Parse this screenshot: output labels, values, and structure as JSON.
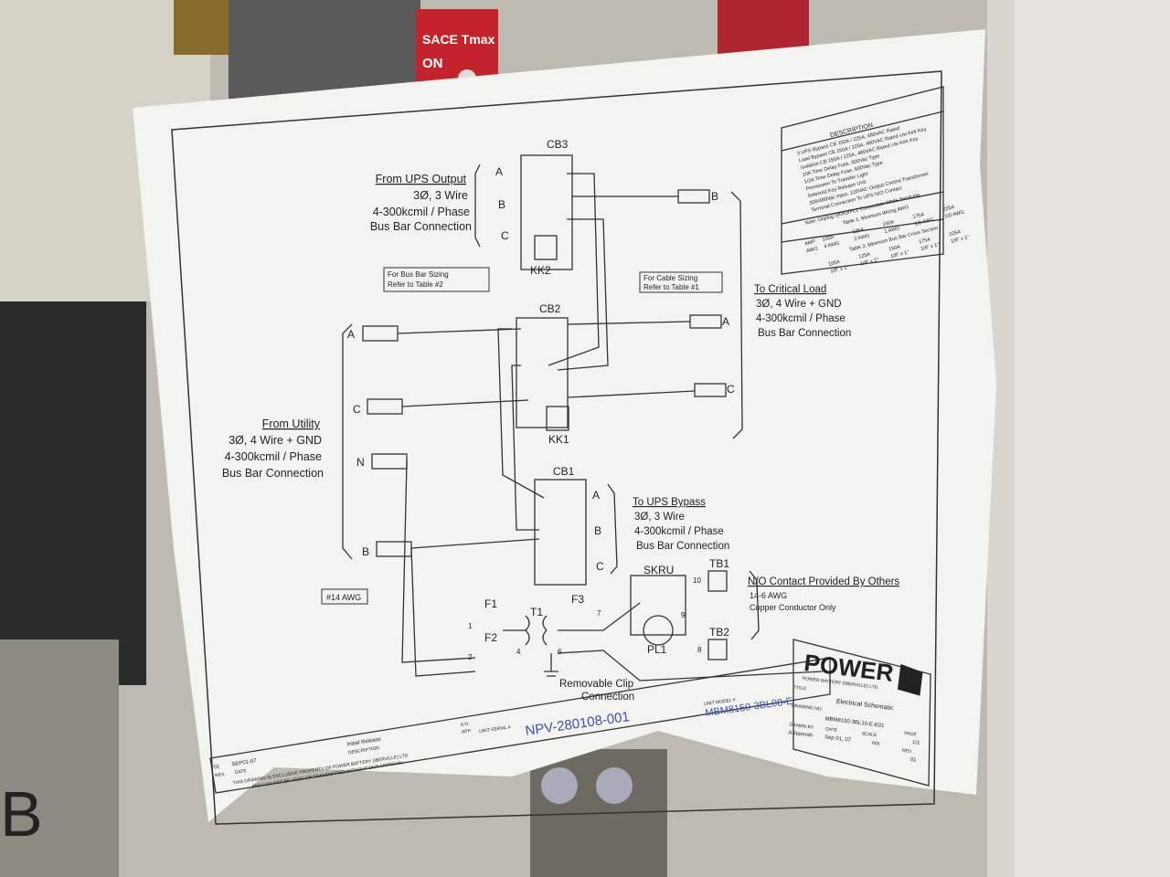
{
  "background": {
    "breaker_brand": "SACE Tmax",
    "breaker_state": "ON",
    "panel_letter": "B",
    "colors": {
      "panel": "#c9c6bc",
      "breaker_red": "#c4232b",
      "paper": "#f4f4f1",
      "ink": "#222222",
      "pen_blue": "#3b4fb0"
    }
  },
  "schematic": {
    "cb3": "CB3",
    "cb2": "CB2",
    "cb1": "CB1",
    "kk2": "KK2",
    "kk1": "KK1",
    "ups_output": {
      "title": "From UPS Output",
      "line1": "3Ø, 3 Wire",
      "line2": "4-300kcmil / Phase",
      "line3": "Bus Bar Connection"
    },
    "utility": {
      "title": "From Utility",
      "line1": "3Ø, 4 Wire + GND",
      "line2": "4-300kcmil / Phase",
      "line3": "Bus Bar Connection"
    },
    "critical_load": {
      "title": "To Critical Load",
      "line1": "3Ø, 4 Wire + GND",
      "line2": "4-300kcmil / Phase",
      "line3": "Bus Bar Connection"
    },
    "ups_bypass": {
      "title": "To UPS Bypass",
      "line1": "3Ø, 3 Wire",
      "line2": "4-300kcmil / Phase",
      "line3": "Bus Bar Connection"
    },
    "note_busbar": {
      "line1": "For Bus Bar Sizing",
      "line2": "Refer to Table #2"
    },
    "note_cable": {
      "line1": "For Cable Sizing",
      "line2": "Refer to Table #1"
    },
    "phases": {
      "a": "A",
      "b": "B",
      "c": "C",
      "n": "N"
    },
    "awg_note": "#14 AWG",
    "f1": "F1",
    "f2": "F2",
    "f3": "F3",
    "t1": "T1",
    "skru": "SKRU",
    "pl1": "PL1",
    "tb1": "TB1",
    "tb2": "TB2",
    "terminals": [
      "1",
      "2",
      "4",
      "6",
      "7",
      "8",
      "9",
      "10"
    ],
    "clip": {
      "line1": "Removable Clip",
      "line2": "Connection"
    },
    "no_contact": {
      "line1": "N/O Contact Provided By Others",
      "line2": "14-6 AWG",
      "line3": "Copper Conductor Only"
    }
  },
  "parts_table": {
    "header": "DESCRIPTION",
    "rows": [
      "3 UPS Bypass CB 150A / 225A, 480VAC Rated",
      "Load Bypass CB 150A / 225A, 480VAC Rated c/w Kirk Key",
      "Isolation CB 150A / 225A, 480VAC Rated c/w Kirk Key",
      "10A Time Delay Fuse, 600Vac Type",
      "1/2A Time Delay Fuse, 600Vac Type",
      "Permission To Transfer Light",
      "Solenoid Key Release Unit",
      "208/480Vac Input, 120VAC Output Control Transformer",
      "Terminal Connection To UPS N/O Contact"
    ],
    "note": "Note: Unplug SKRU/PL1 Connection While Servicing",
    "table1_title": "Table 1: Minimum Wiring AWG",
    "table1": [
      [
        "100A",
        "4 AWG"
      ],
      [
        "125A",
        "2 AWG"
      ],
      [
        "150A",
        "1 AWG"
      ],
      [
        "175A",
        "1/0 AWG"
      ],
      [
        "225A",
        "2/0 AWG"
      ]
    ],
    "table2_title": "Table 2: Minimum Bus Bar Cross Section",
    "table2": [
      [
        "100A",
        "1/8\" x 1\""
      ],
      [
        "125A",
        "1/8\" x 1\""
      ],
      [
        "150A",
        "1/8\" x 1\""
      ],
      [
        "175A",
        "1/8\" x 1\""
      ],
      [
        "225A",
        "1/8\" x 1\""
      ]
    ],
    "amp_label": "AMP",
    "awg_label": "AWG"
  },
  "title_block": {
    "logo": "POWER",
    "company": "POWER BATTERY (IBERVILLE) LTD.",
    "title_label": "TITLE",
    "title": "Electrical Schematic",
    "drawing_no_label": "DRAWING NO.",
    "drawing_no": "MBM8150-3BL10-E-E01",
    "drawn_by_label": "DRAWN BY",
    "drawn_by": "A.Hamrah",
    "date_label": "DATE",
    "date": "Sep 01, 07",
    "scale_label": "SCALE",
    "scale": "n/a",
    "page_label": "PAGE",
    "page": "1/1",
    "rev_label": "REV.",
    "rev": "01",
    "unit_model_label": "UNIT MODEL #",
    "unit_model": "MBM8150-3BL08-E",
    "unit_serial_label": "UNIT SERIAL #",
    "unit_serial": "NPV-280108-001"
  },
  "revision_block": {
    "rev": "01",
    "date": "SEP01-07",
    "description": "Initial Release",
    "rev_label": "REV.",
    "date_label": "DATE",
    "description_label": "DESCRIPTION",
    "approver": "A.H.",
    "app_label": "APP.",
    "disclaimer1": "THIS DRAWING IS EXCLUSIVE PROPERTY OF POWER BATTERY (IBERVILLE) LTD.",
    "disclaimer2": "AND CAN NOT BE USED OR TRANSMITTED WITHOUT OUR APPROVAL"
  }
}
